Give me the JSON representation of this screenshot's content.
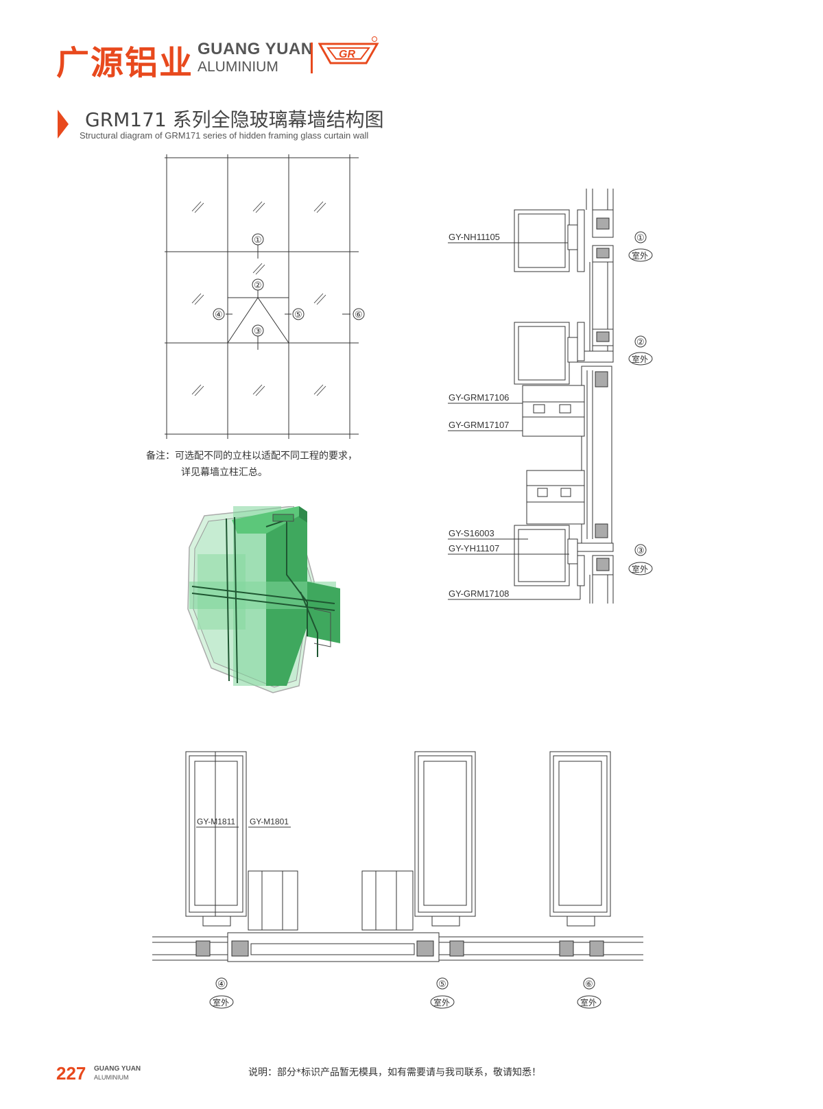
{
  "header": {
    "brand_cn": "广源铝业",
    "brand_en_line1": "GUANG YUAN",
    "brand_en_line2": "ALUMINIUM",
    "title_cn": "GRM171 系列全隐玻璃幕墙结构图",
    "title_en": "Structural diagram  of GRM171 series of hidden framing glass curtain wall"
  },
  "elevation": {
    "markers": [
      "①",
      "②",
      "③",
      "④",
      "⑤",
      "⑥"
    ],
    "note_line1": "备注：可选配不同的立柱以适配不同工程的要求，",
    "note_line2": "详见幕墙立柱汇总。"
  },
  "vertical_section": {
    "labels": [
      "GY-NH11105",
      "GY-GRM17106",
      "GY-GRM17107",
      "GY-S16003",
      "GY-YH11107",
      "GY-GRM17108"
    ],
    "markers": [
      "①",
      "②",
      "③"
    ],
    "outdoor": "室外"
  },
  "horizontal_section": {
    "labels": [
      "GY-M1811",
      "GY-M1801"
    ],
    "markers": [
      "④",
      "⑤",
      "⑥"
    ],
    "outdoor": "室外"
  },
  "footer": {
    "page_number": "227",
    "brand_en_line1": "GUANG YUAN",
    "brand_en_line2": "ALUMINIUM",
    "note": "说明：部分*标识产品暂无模具，如有需要请与我司联系，敬请知悉！"
  },
  "colors": {
    "brand_orange": "#e8491d",
    "line_gray": "#333333",
    "glass_green": "#5cc77a"
  }
}
